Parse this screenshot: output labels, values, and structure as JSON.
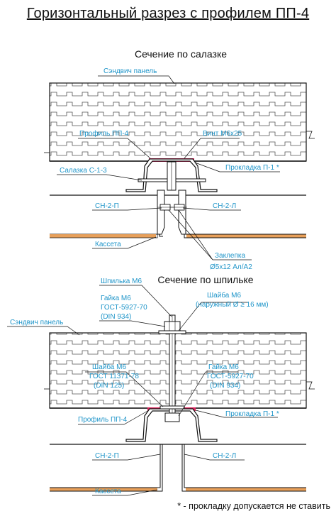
{
  "title": "Горизонтальный разрез  с профилем ПП-4",
  "section1": {
    "title": "Сечение по салазке",
    "labels": {
      "sandwich": "Сэндвич панель",
      "profile": "Профиль ПП-4",
      "screw": "Винт М6х25",
      "slider": "Салазка С-1-3",
      "gasket": "Прокладка П-1 *",
      "sn2p": "СН-2-П",
      "sn2l": "СН-2-Л",
      "cassette": "Кассета",
      "rivet1": "Заклепка",
      "rivet2": "Ø5х12 Ал/А2"
    }
  },
  "section2": {
    "title": "Сечение по шпильке",
    "labels": {
      "stud": "Шпилька М6",
      "nut_top_1": "Гайка М6",
      "nut_top_2": "ГОСТ-5927-70",
      "nut_top_3": "(DIN 934)",
      "washer_1": "Шайба М6",
      "washer_2": "(наружный Ø ≥ 16 мм)",
      "sandwich": "Сэндвич панель",
      "washer_in_1": "Шайба М6",
      "washer_in_2": "ГОСТ 11371-78",
      "washer_in_3": "(DIN 125)",
      "nut_in_1": "Гайка М6",
      "nut_in_2": "ГОСТ-5927-70",
      "nut_in_3": "(DIN 934)",
      "profile": "Профиль ПП-4",
      "gasket": "Прокладка П-1 *",
      "sn2p": "СН-2-П",
      "sn2l": "СН-2-Л",
      "cassette": "Кассета"
    }
  },
  "footnote": "* - прокладку допускается не ставить",
  "colors": {
    "label": "#1f95c9",
    "line": "#111111",
    "gasket": "#e0245e",
    "cassette": "#e8a05a",
    "hatch": "#444444"
  }
}
